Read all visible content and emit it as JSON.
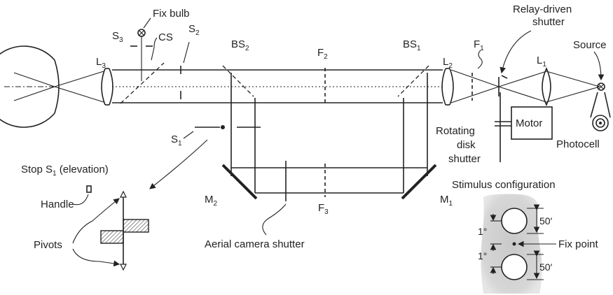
{
  "labels": {
    "fix_bulb": "Fix bulb",
    "s3": {
      "main": "S",
      "sub": "3"
    },
    "cs": "CS",
    "s2": {
      "main": "S",
      "sub": "2"
    },
    "bs2": {
      "main": "BS",
      "sub": "2"
    },
    "f2": {
      "main": "F",
      "sub": "2"
    },
    "bs1": {
      "main": "BS",
      "sub": "1"
    },
    "l2": {
      "main": "L",
      "sub": "2"
    },
    "f1": {
      "main": "F",
      "sub": "1"
    },
    "relay_shutter_1": "Relay-driven",
    "relay_shutter_2": "shutter",
    "source": "Source",
    "l1": {
      "main": "L",
      "sub": "1"
    },
    "l3": {
      "main": "L",
      "sub": "3"
    },
    "motor": "Motor",
    "rotating_1": "Rotating",
    "rotating_2": "disk",
    "rotating_3": "shutter",
    "photocell": "Photocell",
    "s1": {
      "main": "S",
      "sub": "1"
    },
    "stop_s1": {
      "pre": "Stop S",
      "sub": "1",
      "post": " (elevation)"
    },
    "handle": "Handle",
    "pivots": "Pivots",
    "m2": {
      "main": "M",
      "sub": "2"
    },
    "m1": {
      "main": "M",
      "sub": "1"
    },
    "f3": {
      "main": "F",
      "sub": "3"
    },
    "aerial_shutter": "Aerial camera shutter",
    "stimulus_config": "Stimulus configuration",
    "fifty_top": "50′",
    "fifty_bottom": "50′",
    "one_deg_top": "1°",
    "one_deg_bottom": "1°",
    "fix_point": "Fix point"
  }
}
